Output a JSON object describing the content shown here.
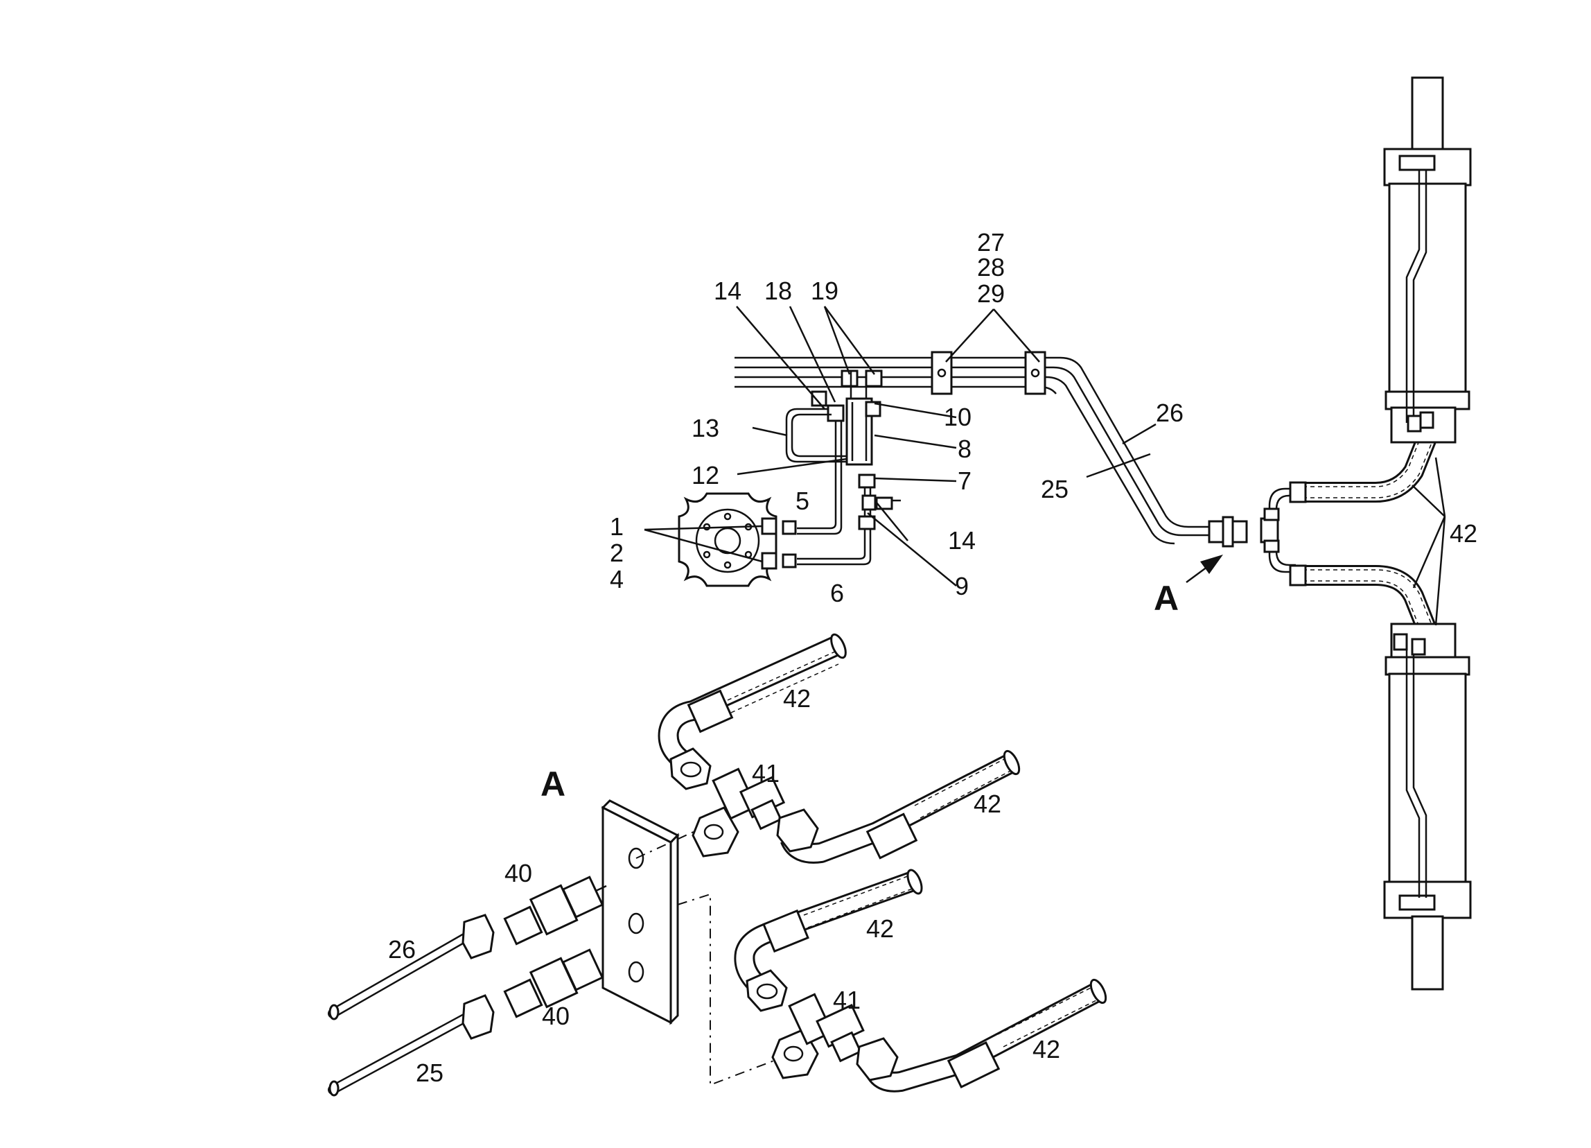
{
  "labels": {
    "top_27": "27",
    "top_28": "28",
    "top_29": "29",
    "n14a": "14",
    "n18": "18",
    "n19": "19",
    "n10": "10",
    "n13": "13",
    "n8": "8",
    "n12": "12",
    "n7": "7",
    "n5": "5",
    "n14b": "14",
    "n1": "1",
    "n2": "2",
    "n4": "4",
    "n6": "6",
    "n9": "9",
    "n25": "25",
    "n26": "26",
    "n42": "42",
    "arrow_a": "A",
    "detail_a": "A",
    "d42a": "42",
    "d41a": "41",
    "d42b": "42",
    "d40a": "40",
    "d26": "26",
    "d42c": "42",
    "d41b": "41",
    "d40b": "40",
    "d25": "25",
    "d42d": "42"
  },
  "colors": {
    "ink": "#111111",
    "paper": "#ffffff"
  }
}
